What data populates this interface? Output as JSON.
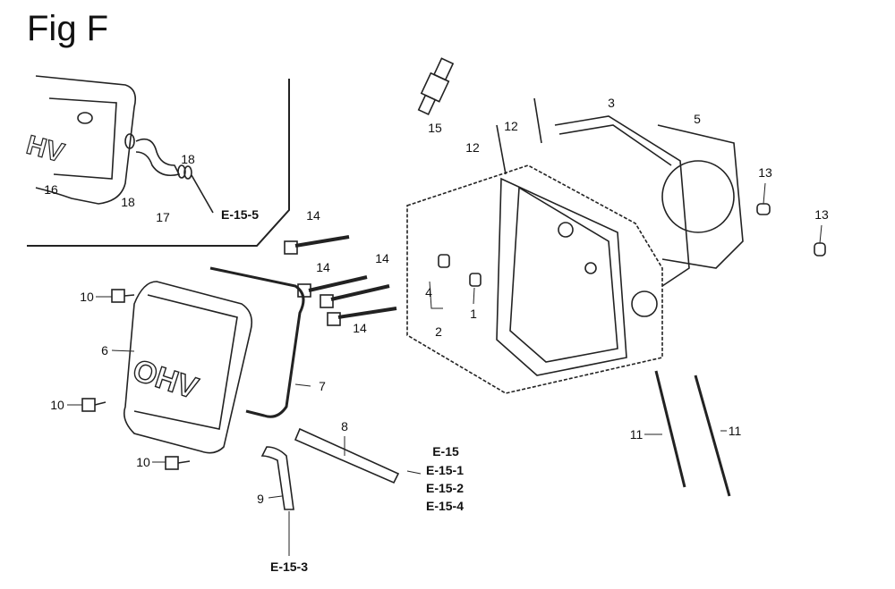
{
  "title": "Fig F",
  "callouts": [
    "16",
    "18",
    "17",
    "18",
    "15",
    "12",
    "12",
    "3",
    "5",
    "13",
    "13",
    "14",
    "14",
    "14",
    "14",
    "4",
    "2",
    "1",
    "10",
    "6",
    "7",
    "10",
    "10",
    "8",
    "9",
    "11",
    "11"
  ],
  "references": [
    "E-15-5",
    "E-15",
    "E-15-1",
    "E-15-2",
    "E-15-4",
    "E-15-3"
  ],
  "stamp": "OHV"
}
